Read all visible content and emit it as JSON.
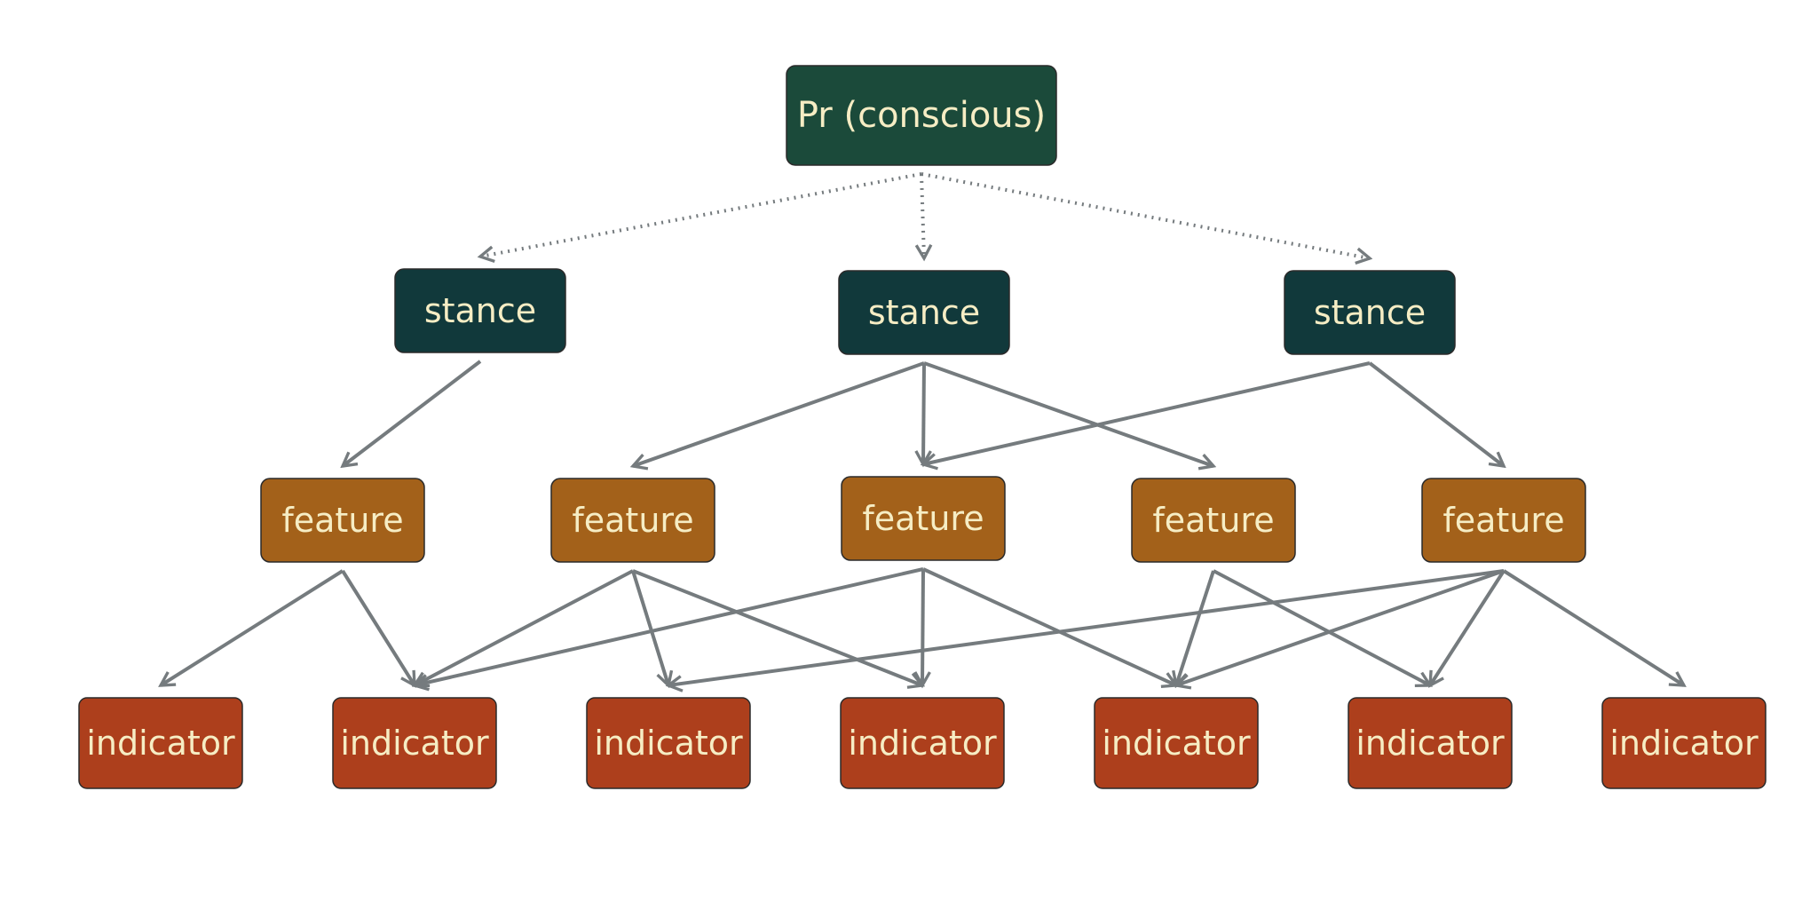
{
  "colors": {
    "root": "#1b4a3a",
    "stance": "#11393b",
    "feature": "#a3611a",
    "indicator": "#ad3f1c",
    "edge": "#757b7e",
    "label": "#f6edc4"
  },
  "root": {
    "label": "Pr (conscious)"
  },
  "stances": [
    {
      "label": "stance"
    },
    {
      "label": "stance"
    },
    {
      "label": "stance"
    }
  ],
  "features": [
    {
      "label": "feature"
    },
    {
      "label": "feature"
    },
    {
      "label": "feature"
    },
    {
      "label": "feature"
    },
    {
      "label": "feature"
    }
  ],
  "indicators": [
    {
      "label": "indicator"
    },
    {
      "label": "indicator"
    },
    {
      "label": "indicator"
    },
    {
      "label": "indicator"
    },
    {
      "label": "indicator"
    },
    {
      "label": "indicator"
    },
    {
      "label": "indicator"
    }
  ],
  "edges": {
    "root_to_stance": [
      0,
      1,
      2
    ],
    "stance_to_feature": [
      [
        0,
        0
      ],
      [
        1,
        1
      ],
      [
        1,
        2
      ],
      [
        1,
        3
      ],
      [
        2,
        2
      ],
      [
        2,
        4
      ]
    ],
    "feature_to_indicator": [
      [
        0,
        0
      ],
      [
        0,
        1
      ],
      [
        1,
        1
      ],
      [
        1,
        2
      ],
      [
        1,
        3
      ],
      [
        2,
        1
      ],
      [
        2,
        3
      ],
      [
        2,
        4
      ],
      [
        3,
        4
      ],
      [
        3,
        5
      ],
      [
        4,
        2
      ],
      [
        4,
        4
      ],
      [
        4,
        5
      ],
      [
        4,
        6
      ]
    ]
  }
}
